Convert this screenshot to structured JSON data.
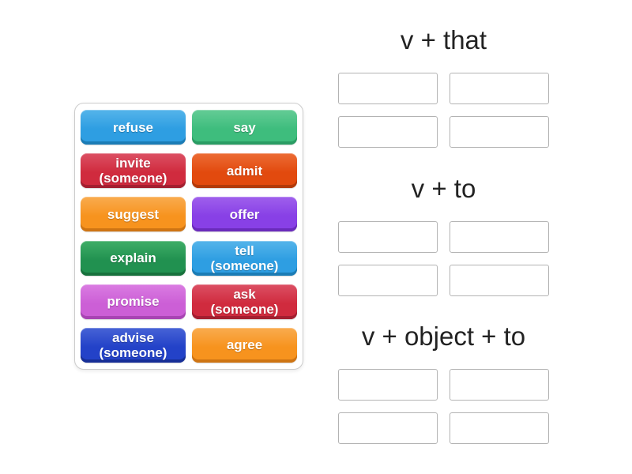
{
  "activity": {
    "type_hint": "group-sort drag-and-drop",
    "background": "#FFFFFF"
  },
  "word_bank": {
    "tiles": [
      {
        "id": "refuse",
        "label": "refuse",
        "lines": [
          "refuse"
        ],
        "color": "#2E9EE2",
        "light": "#55B4EA",
        "dark": "#1B7CB5"
      },
      {
        "id": "say",
        "label": "say",
        "lines": [
          "say"
        ],
        "color": "#3EBD7D",
        "light": "#64CC96",
        "dark": "#2A9C63"
      },
      {
        "id": "invite-someone",
        "label": "invite (someone)",
        "lines": [
          "invite",
          "(someone)"
        ],
        "color": "#D02B3E",
        "light": "#DC5064",
        "dark": "#A31F30"
      },
      {
        "id": "admit",
        "label": "admit",
        "lines": [
          "admit"
        ],
        "color": "#E24A0E",
        "light": "#EC6C35",
        "dark": "#B23A0A"
      },
      {
        "id": "suggest",
        "label": "suggest",
        "lines": [
          "suggest"
        ],
        "color": "#F7931E",
        "light": "#F9AC4F",
        "dark": "#CE7413"
      },
      {
        "id": "offer",
        "label": "offer",
        "lines": [
          "offer"
        ],
        "color": "#8840E6",
        "light": "#9F60EC",
        "dark": "#6A2BBB"
      },
      {
        "id": "explain",
        "label": "explain",
        "lines": [
          "explain"
        ],
        "color": "#219150",
        "light": "#3FAE67",
        "dark": "#17713C"
      },
      {
        "id": "tell-someone",
        "label": "tell (someone)",
        "lines": [
          "tell",
          "(someone)"
        ],
        "color": "#2E9EE2",
        "light": "#55B4EA",
        "dark": "#1B7CB5"
      },
      {
        "id": "promise",
        "label": "promise",
        "lines": [
          "promise"
        ],
        "color": "#CC5FD6",
        "light": "#DA7CE2",
        "dark": "#A844B3"
      },
      {
        "id": "ask-someone",
        "label": "ask (someone)",
        "lines": [
          "ask",
          "(someone)"
        ],
        "color": "#D02B3E",
        "light": "#DC5064",
        "dark": "#A31F30"
      },
      {
        "id": "advise-someone",
        "label": "advise (someone)",
        "lines": [
          "advise",
          "(someone)"
        ],
        "color": "#2342C8",
        "light": "#4763D6",
        "dark": "#172F97"
      },
      {
        "id": "agree",
        "label": "agree",
        "lines": [
          "agree"
        ],
        "color": "#F7931E",
        "light": "#F9AC4F",
        "dark": "#CE7413"
      }
    ]
  },
  "groups": [
    {
      "id": "v-that",
      "title": "v + that",
      "slot_count": 4
    },
    {
      "id": "v-to",
      "title": "v + to",
      "slot_count": 4
    },
    {
      "id": "v-object-to",
      "title": "v + object + to",
      "slot_count": 4
    }
  ],
  "colors": {
    "header_text": "#222222",
    "tile_text": "#FFFFFF",
    "slot_border": "#B3B3B3",
    "panel_border": "#CCCCCC",
    "background": "#FFFFFF"
  }
}
